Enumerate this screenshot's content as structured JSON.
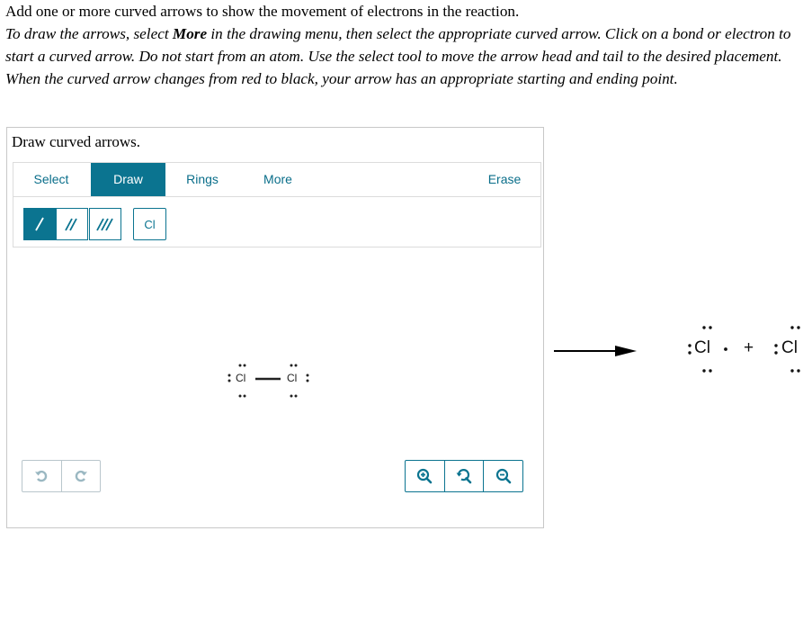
{
  "instructions": {
    "line1": "Add one or more curved arrows to show the movement of electrons in the reaction.",
    "line2_part1": "To draw the arrows, select ",
    "line2_bold": "More",
    "line2_part2": " in the drawing menu, then select the appropriate curved arrow. Click on a bond or electron to start a curved arrow. Do not start from an atom. Use the select tool to move the arrow head and tail to the desired placement. When the curved arrow changes from red to black, your arrow has an appropriate starting and ending point."
  },
  "panel": {
    "title": "Draw curved arrows.",
    "tabs": [
      {
        "label": "Select",
        "active": false
      },
      {
        "label": "Draw",
        "active": true
      },
      {
        "label": "Rings",
        "active": false
      },
      {
        "label": "More",
        "active": false
      },
      {
        "label": "Erase",
        "active": false
      }
    ],
    "bond_tools": [
      {
        "name": "single-bond-icon",
        "selected": true
      },
      {
        "name": "double-bond-icon",
        "selected": false
      },
      {
        "name": "triple-bond-icon",
        "selected": false
      }
    ],
    "element_button": "Cl",
    "reactant": {
      "atom_left": "Cl",
      "atom_right": "Cl"
    },
    "icons": {
      "undo": "undo-icon",
      "redo": "redo-icon",
      "zoom_in": "zoom-in-icon",
      "zoom_reset": "zoom-reset-icon",
      "zoom_out": "zoom-out-icon"
    }
  },
  "reaction": {
    "product1": "Cl",
    "plus": "+",
    "product2": "Cl"
  },
  "colors": {
    "accent": "#0b7490",
    "disabled": "#9bb8c2"
  }
}
